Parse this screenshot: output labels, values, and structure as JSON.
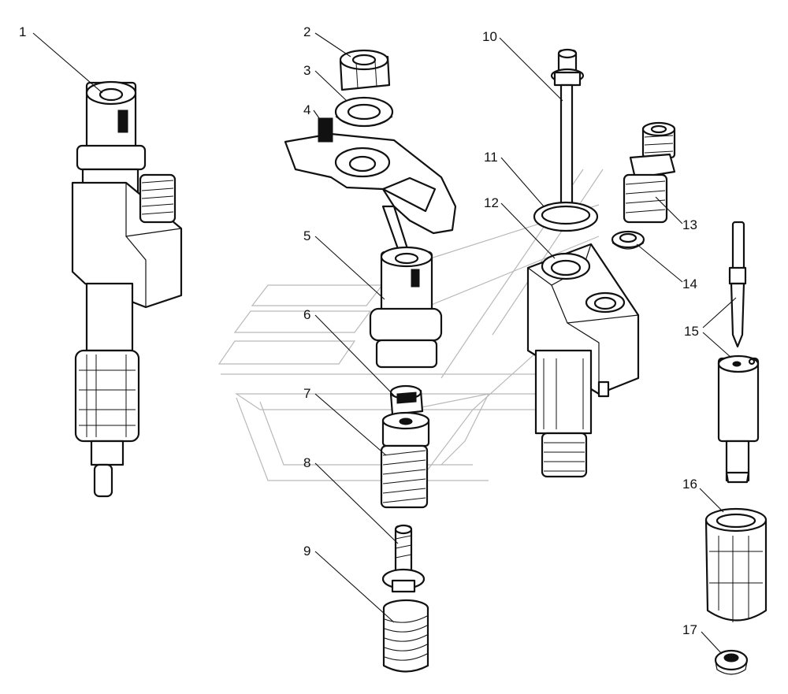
{
  "diagram": {
    "callouts": [
      {
        "id": "1",
        "text": "1"
      },
      {
        "id": "2",
        "text": "2"
      },
      {
        "id": "3",
        "text": "3"
      },
      {
        "id": "4",
        "text": "4"
      },
      {
        "id": "5",
        "text": "5"
      },
      {
        "id": "6",
        "text": "6"
      },
      {
        "id": "7",
        "text": "7"
      },
      {
        "id": "8",
        "text": "8"
      },
      {
        "id": "9",
        "text": "9"
      },
      {
        "id": "10",
        "text": "10"
      },
      {
        "id": "11",
        "text": "11"
      },
      {
        "id": "12",
        "text": "12"
      },
      {
        "id": "13",
        "text": "13"
      },
      {
        "id": "14",
        "text": "14"
      },
      {
        "id": "15",
        "text": "15"
      },
      {
        "id": "16",
        "text": "16"
      },
      {
        "id": "17",
        "text": "17"
      }
    ],
    "colors": {
      "ink": "#111111",
      "paper": "#ffffff",
      "watermark": "#b9b9b9"
    }
  }
}
